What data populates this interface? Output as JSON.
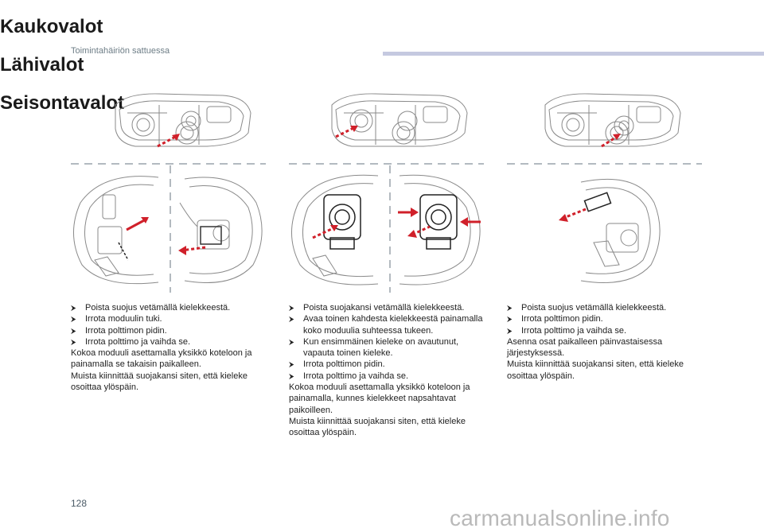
{
  "header": {
    "section": "Toimintahäiriön sattuessa"
  },
  "page_number": "128",
  "watermark": "carmanualsonline.info",
  "bullet_glyph": "⮞",
  "columns": [
    {
      "title": "Kaukovalot",
      "steps": [
        "Poista suojus vetämällä kielekkeestä.",
        "Irrota moduulin tuki.",
        "Irrota polttimon pidin.",
        "Irrota polttimo ja vaihda se."
      ],
      "paragraphs": [
        "Kokoa moduuli asettamalla yksikkö koteloon ja painamalla se takaisin paikalleen.",
        "Muista kiinnittää suojakansi siten, että kieleke osoittaa ylöspäin."
      ]
    },
    {
      "title": "Lähivalot",
      "steps": [
        "Poista suojakansi vetämällä kielekkeestä.",
        "Avaa toinen kahdesta kielekkeestä painamalla koko moduulia suhteessa tukeen.",
        "Kun ensimmäinen kieleke on avautunut, vapauta toinen kieleke.",
        "Irrota polttimon pidin.",
        "Irrota polttimo ja vaihda se."
      ],
      "paragraphs": [
        "Kokoa moduuli asettamalla yksikkö koteloon ja painamalla, kunnes kielekkeet napsahtavat paikoilleen.",
        "Muista kiinnittää suojakansi siten, että kieleke osoittaa ylöspäin."
      ]
    },
    {
      "title": "Seisontavalot",
      "steps": [
        "Poista suojus vetämällä kielekkeestä.",
        "Irrota polttimon pidin.",
        "Irrota polttimo ja vaihda se."
      ],
      "paragraphs": [
        "Asenna osat paikalleen päinvastaisessa järjestyksessä.",
        "Muista kiinnittää suojakansi siten, että kieleke osoittaa ylöspäin."
      ]
    }
  ],
  "colors": {
    "arrow": "#d0202a",
    "line_art": "#8a8a8a",
    "divider": "#9aa4ab",
    "header_bar": "#c5c9e0"
  }
}
